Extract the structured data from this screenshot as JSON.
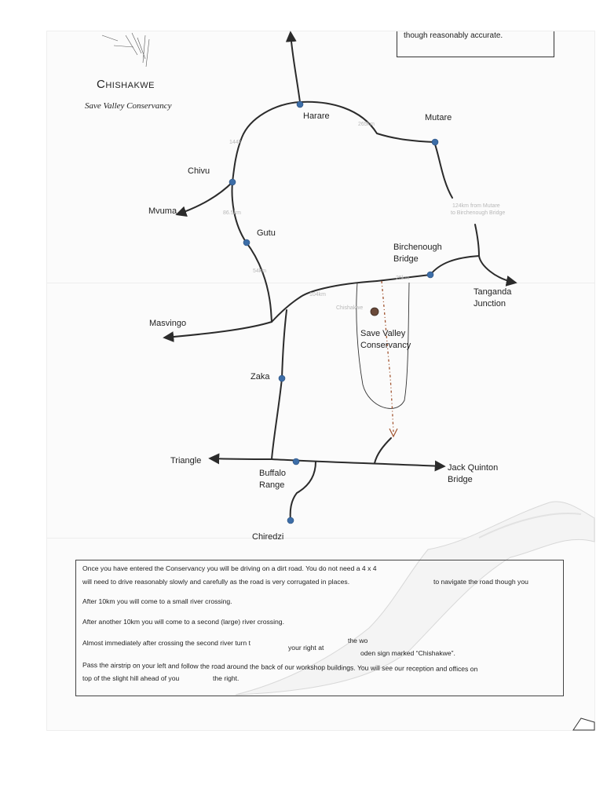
{
  "header": {
    "title": "Chishakwe",
    "subtitle": "Save Valley Conservancy"
  },
  "note": "though reasonably accurate.",
  "towns": {
    "harare": "Harare",
    "mutare": "Mutare",
    "chivu": "Chivu",
    "mvuma": "Mvuma",
    "gutu": "Gutu",
    "birchenough_line1": "Birchenough",
    "birchenough_line2": "Bridge",
    "tanganda_line1": "Tanganda",
    "tanganda_line2": "Junction",
    "masvingo": "Masvingo",
    "conservancy_line1": "Save Valley",
    "conservancy_line2": "Conservancy",
    "zaka": "Zaka",
    "triangle": "Triangle",
    "buffalo_line1": "Buffalo",
    "buffalo_line2": "Range",
    "jack_line1": "Jack Quinton",
    "jack_line2": "Bridge",
    "chiredzi": "Chiredzi",
    "chishakwe_small": "Chishakwe"
  },
  "distances": {
    "harare_mutare": "265km",
    "harare_chivu": "144k",
    "chivu_gutu": "86.5km",
    "gutu_junction": "54km",
    "junction_birchenough": "104km",
    "birchenough_small": "25km",
    "mutare_birchenough_line1": "124km from Mutare",
    "mutare_birchenough_line2": "to Birchenough Bridge"
  },
  "directions": [
    "Once you have entered the Conservancy you will be driving on a dirt road.  You do not need a 4 x 4",
    "will need to drive reasonably slowly and carefully as the road is very corrugated in places.",
    "to navigate the road though you",
    "After 10km you will come to a small river crossing.",
    "After another 10km you will come to a second (large) river crossing.",
    "Almost immediately after crossing the second river turn t",
    "the wo",
    "your right at",
    "oden sign marked “Chishakwe”.",
    "Pass the airstrip on your left and follow the road around the back of our workshop buildings.  You will see our reception and offices on",
    "top of the slight hill ahead of you",
    "the right."
  ],
  "colors": {
    "road": "#2b2b2b",
    "town_dot": "#3d6ea8",
    "route": "#a0522d",
    "location_dot": "#6b4a3a"
  }
}
